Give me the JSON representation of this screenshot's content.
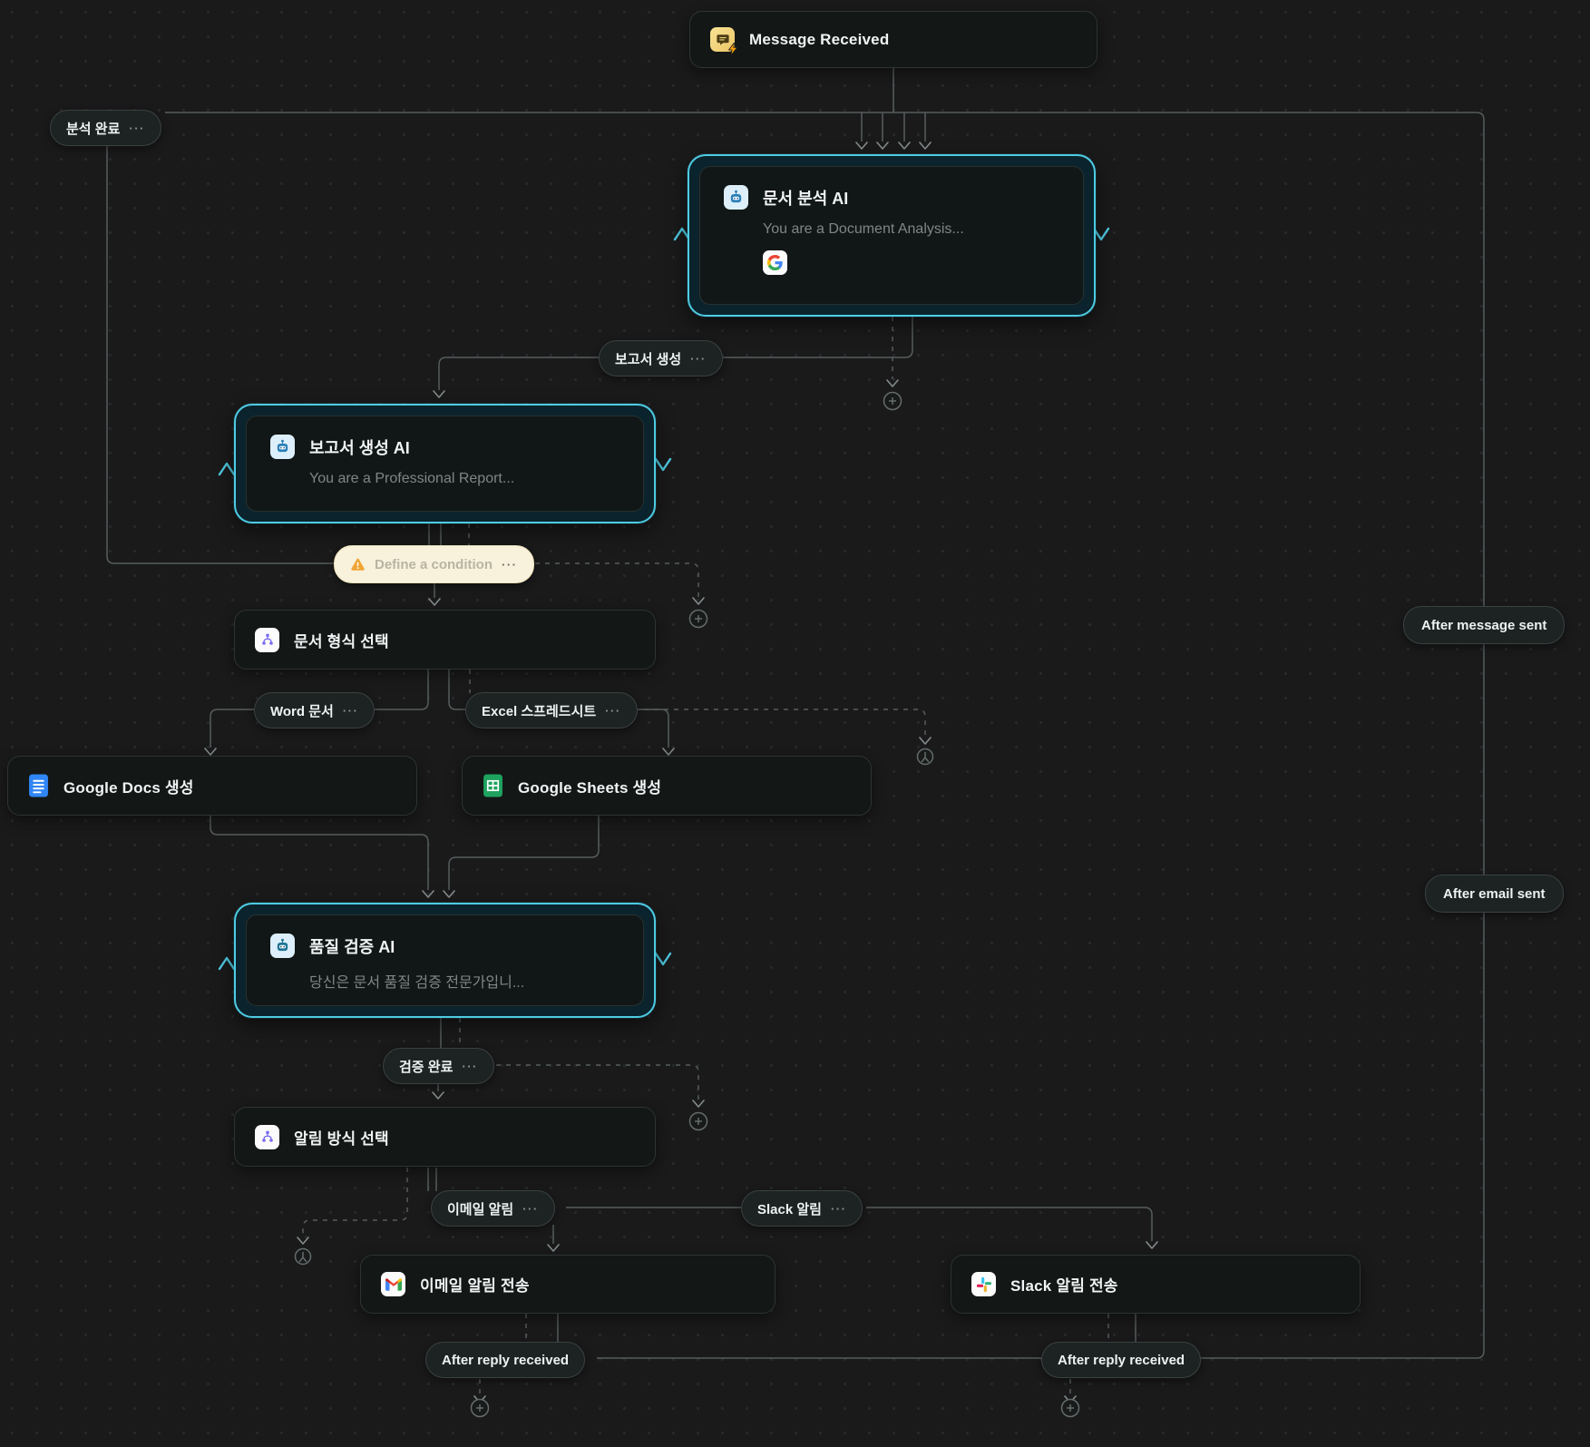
{
  "canvas": {
    "background": "#1a1a1b",
    "accent": "#4ecbe3",
    "edge_color": "#565c5c",
    "warning_bg": "#f8f1dc",
    "warning_icon_color": "#f0a536"
  },
  "nodes": {
    "message_received": {
      "label": "Message Received"
    },
    "doc_analysis": {
      "title": "문서 분석 AI",
      "subtitle": "You are a Document Analysis..."
    },
    "report_gen": {
      "title": "보고서 생성 AI",
      "subtitle": "You are a Professional Report..."
    },
    "doc_format": {
      "label": "문서 형식 선택"
    },
    "google_docs": {
      "label": "Google Docs 생성"
    },
    "google_sheets": {
      "label": "Google Sheets 생성"
    },
    "quality_check": {
      "title": "품질 검증 AI",
      "subtitle": "당신은 문서 품질 검증 전문가입니..."
    },
    "notify_method": {
      "label": "알림 방식 선택"
    },
    "send_email": {
      "label": "이메일 알림 전송"
    },
    "send_slack": {
      "label": "Slack 알림 전송"
    }
  },
  "edge_labels": {
    "analysis_done": {
      "label": "분석 완료",
      "menu": "···"
    },
    "report_create": {
      "label": "보고서 생성",
      "menu": "···"
    },
    "condition": {
      "label": "Define a condition",
      "menu": "···"
    },
    "word_doc": {
      "label": "Word 문서",
      "menu": "···"
    },
    "excel_sheet": {
      "label": "Excel 스프레드시트",
      "menu": "···"
    },
    "verify_done": {
      "label": "검증 완료",
      "menu": "···"
    },
    "email_notify": {
      "label": "이메일 알림",
      "menu": "···"
    },
    "slack_notify": {
      "label": "Slack 알림",
      "menu": "···"
    },
    "after_reply_left": {
      "label": "After reply received"
    },
    "after_reply_right": {
      "label": "After reply received"
    },
    "after_message_sent": {
      "label": "After message sent"
    },
    "after_email_sent": {
      "label": "After email sent"
    }
  }
}
